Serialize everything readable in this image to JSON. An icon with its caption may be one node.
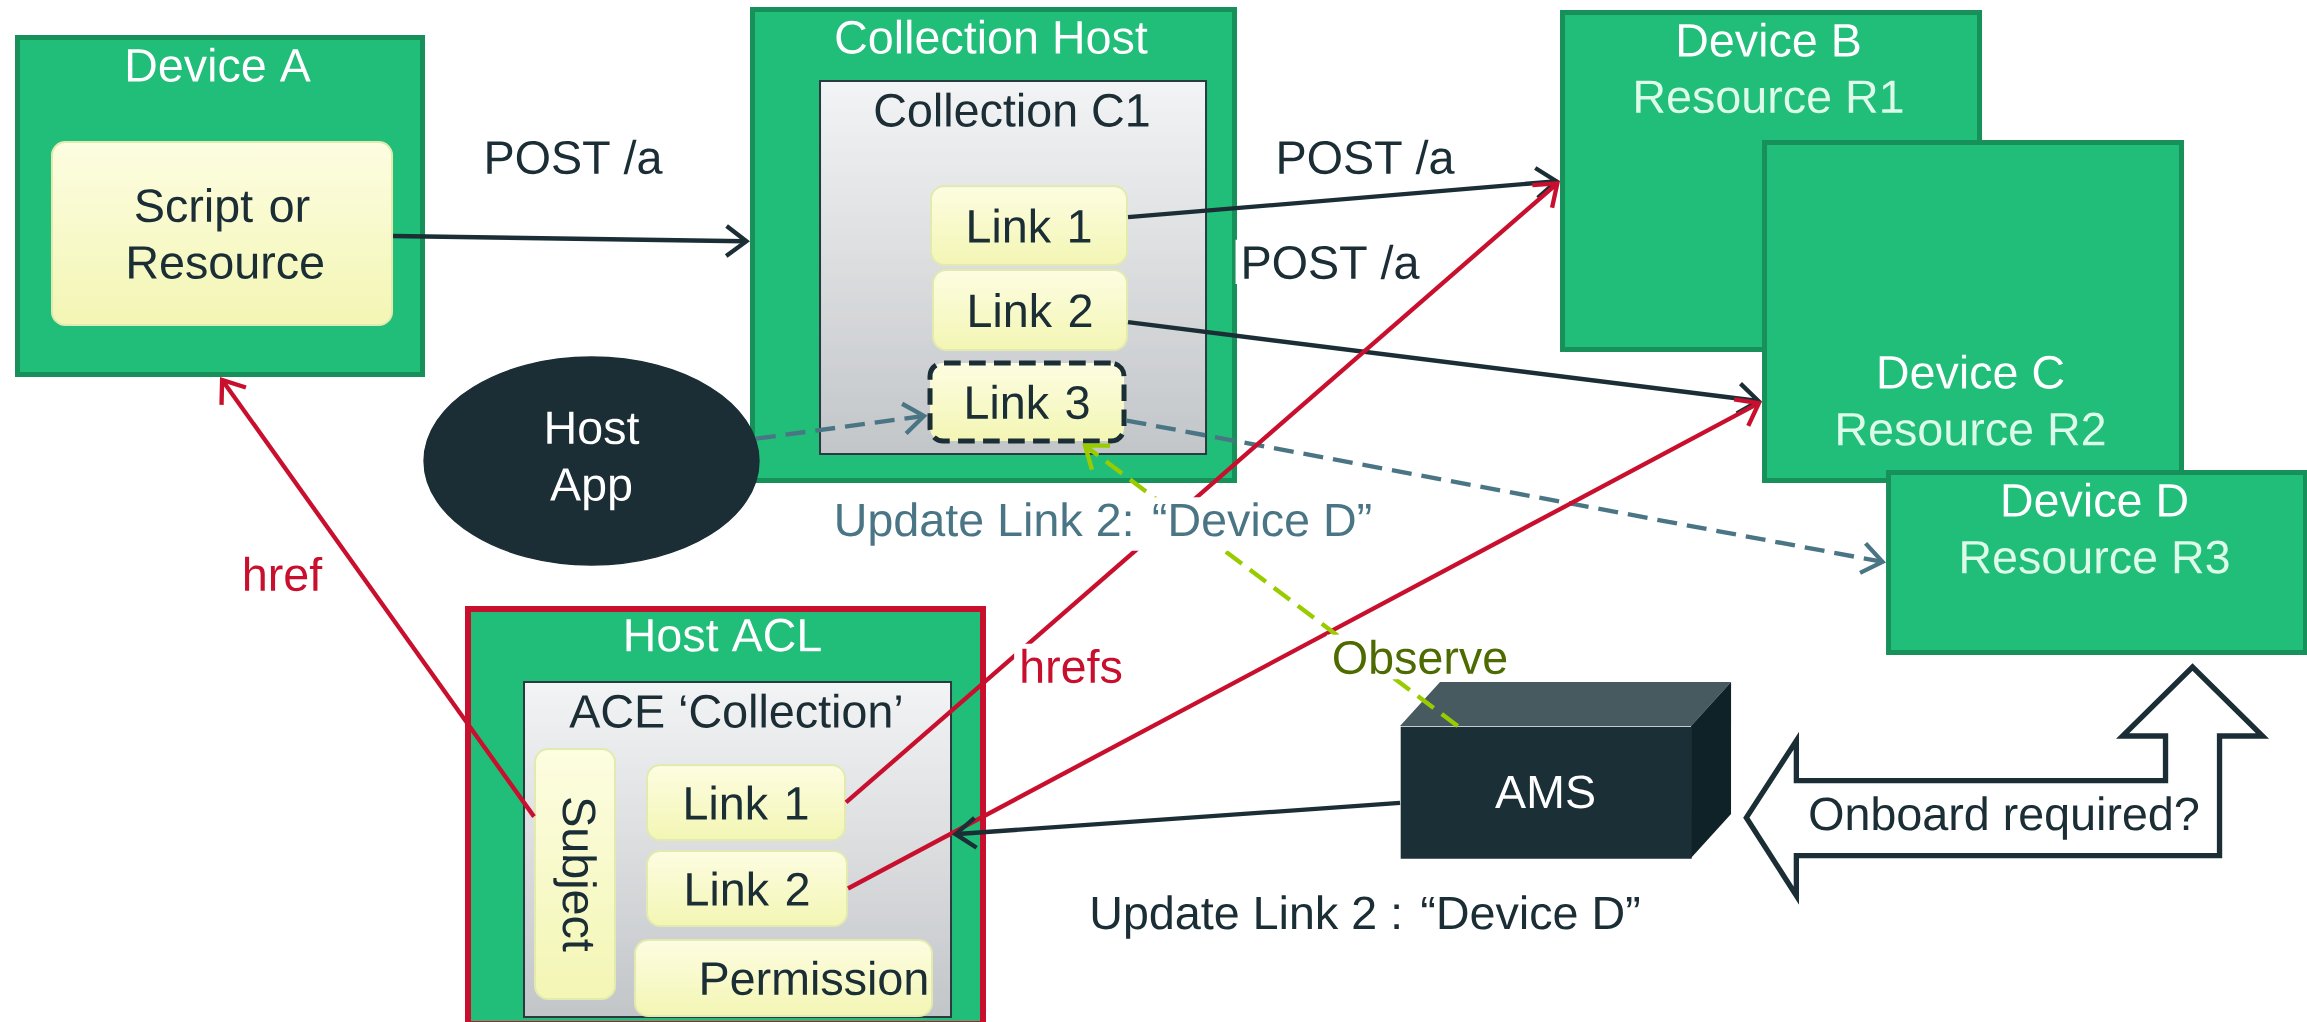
{
  "diagram": {
    "nodes": [
      {
        "text": [
          "Device A"
        ]
      },
      {
        "text": [
          "Script or Resource"
        ],
        "in": 0
      },
      {
        "text": [
          "Collection Host"
        ]
      },
      {
        "text": [
          "Collection C1"
        ],
        "in": 2
      },
      {
        "text": [
          "Link 1"
        ],
        "in": 3
      },
      {
        "text": [
          "Link 2"
        ],
        "in": 3
      },
      {
        "text": [
          "Link 3"
        ],
        "in": 3
      },
      {
        "text": [
          "Host App"
        ]
      },
      {
        "text": [
          "Device B",
          "Resource R1"
        ]
      },
      {
        "text": [
          "Device C",
          "Resource R2"
        ]
      },
      {
        "text": [
          "Device D",
          "Resource R3"
        ]
      },
      {
        "text": [
          "Host ACL"
        ]
      },
      {
        "text": [
          "ACE ‘Collection’"
        ],
        "in": 11
      },
      {
        "text": [
          "Subject"
        ],
        "in": 12
      },
      {
        "text": [
          "Link 1"
        ],
        "in": 12
      },
      {
        "text": [
          "Link 2"
        ],
        "in": 12
      },
      {
        "text": [
          "Permission"
        ],
        "in": 12
      },
      {
        "text": [
          "AMS"
        ]
      }
    ],
    "edges": [
      {
        "from": 1,
        "to": 2,
        "arrow": "to",
        "label": "POST /a"
      },
      {
        "from": 4,
        "to": 8,
        "arrow": "to",
        "label": "POST /a"
      },
      {
        "from": 5,
        "to": 9,
        "arrow": "to",
        "label": "POST /a"
      },
      {
        "from": 7,
        "to": 6,
        "arrow": "to",
        "style": "dashed",
        "color": "#4a7585"
      },
      {
        "from": 6,
        "to": 10,
        "arrow": "to",
        "style": "dashed",
        "color": "#4a7585"
      },
      {
        "from": 13,
        "to": 0,
        "arrow": "to",
        "label": "href",
        "color": "#c8102e"
      },
      {
        "from": 14,
        "to": 8,
        "arrow": "to",
        "color": "#c8102e"
      },
      {
        "from": 15,
        "to": 9,
        "arrow": "to",
        "color": "#c8102e"
      },
      {
        "from": 17,
        "to": 6,
        "arrow": "to",
        "label": "Observe",
        "style": "dashed",
        "color": "#99cc00"
      },
      {
        "from": 17,
        "to": 12,
        "arrow": "to",
        "label": "Update Link 2 : “Device D”"
      },
      {
        "from": 17,
        "to": 10,
        "arrow": "both",
        "label": "Onboard required?",
        "style": "thick"
      }
    ],
    "labels": [
      "Update Link 2: “Device D”",
      "hrefs"
    ]
  }
}
